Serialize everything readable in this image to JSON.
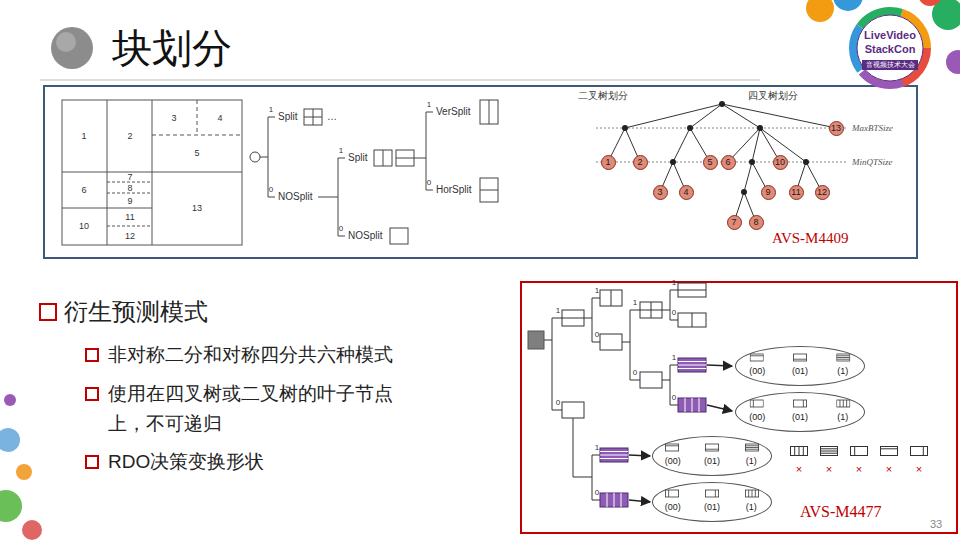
{
  "diagram": {
    "title": "块划分",
    "nodes": [
      {
        "text": [
          "1"
        ]
      },
      {
        "text": [
          "2"
        ]
      },
      {
        "text": [
          "3"
        ]
      },
      {
        "text": [
          "4"
        ]
      },
      {
        "text": [
          "5"
        ]
      },
      {
        "text": [
          "6"
        ]
      },
      {
        "text": [
          "7"
        ]
      },
      {
        "text": [
          "8"
        ]
      },
      {
        "text": [
          "9"
        ]
      },
      {
        "text": [
          "10"
        ]
      },
      {
        "text": [
          "11"
        ]
      },
      {
        "text": [
          "12"
        ]
      },
      {
        "text": [
          "13"
        ]
      },
      {
        "text": [
          "(00)",
          "(01)",
          "(1)"
        ]
      },
      {
        "text": [
          "(00)",
          "(01)",
          "(1)"
        ]
      },
      {
        "text": [
          "(00)",
          "(01)",
          "(1)"
        ]
      },
      {
        "text": [
          "(00)",
          "(01)",
          "(1)"
        ]
      }
    ],
    "labels": [
      "1",
      "2",
      "3",
      "4",
      "5",
      "6",
      "7",
      "8",
      "9",
      "10",
      "11",
      "12",
      "13",
      "1",
      "Split",
      "…",
      "0",
      "NOSplit",
      "1",
      "Split",
      "0",
      "NOSplit",
      "1",
      "VerSplit",
      "0",
      "HorSplit",
      "二叉树划分",
      "四叉树划分",
      "MaxBTSize",
      "MinQTSize",
      "AVS-M4409",
      "衍生预测模式",
      "非对称二分和对称四分共六种模式",
      "使用在四叉树或二叉树的叶子节点上，不可递归",
      "RDO决策变换形状",
      "1",
      "0",
      "1",
      "0",
      "1",
      "0",
      "1",
      "0",
      "1",
      "0",
      "1",
      "0",
      "×",
      "×",
      "×",
      "×",
      "×",
      "AVS-M4477",
      "LiveVideo",
      "StackCon",
      "音视频技术大会",
      "33"
    ]
  }
}
